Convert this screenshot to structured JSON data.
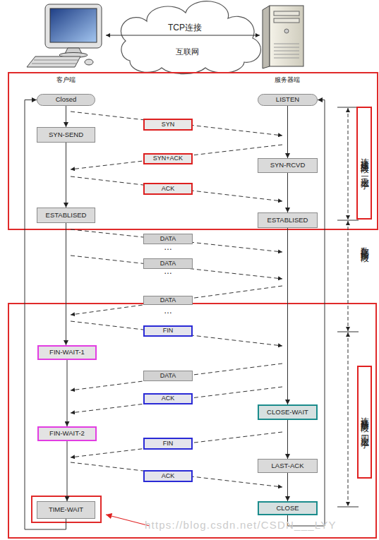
{
  "diagram": {
    "nodes": [
      {
        "text": [
          "Closed"
        ]
      },
      {
        "text": [
          "LISTEN"
        ]
      },
      {
        "text": [
          "连接建立阶段：三次握手"
        ]
      },
      {
        "text": [
          "SYN"
        ]
      },
      {
        "text": [
          "SYN-SEND"
        ]
      },
      {
        "text": [
          "SYN+ACK"
        ]
      },
      {
        "text": [
          "SYN-RCVD"
        ]
      },
      {
        "text": [
          "ACK"
        ]
      },
      {
        "text": [
          "ESTABLISED"
        ]
      },
      {
        "text": [
          "ESTABLISED"
        ]
      },
      {
        "text": [
          "DATA"
        ]
      },
      {
        "text": [
          "DATA"
        ]
      },
      {
        "text": [
          "DATA"
        ]
      },
      {
        "text": [
          "FIN"
        ]
      },
      {
        "text": [
          "FIN-WAIT-1"
        ]
      },
      {
        "text": [
          "连接释放阶段：四次握手"
        ]
      },
      {
        "text": [
          "DATA"
        ]
      },
      {
        "text": [
          "ACK"
        ]
      },
      {
        "text": [
          "CLOSE-WAIT"
        ]
      },
      {
        "text": [
          "FIN-WAIT-2"
        ]
      },
      {
        "text": [
          "FIN"
        ]
      },
      {
        "text": [
          "LAST-ACK"
        ]
      },
      {
        "text": [
          "ACK"
        ]
      },
      {
        "text": [
          "TIME-WAIT"
        ]
      },
      {
        "text": [
          "CLOSE"
        ]
      }
    ],
    "edges": [
      {
        "from": 0,
        "to": 4,
        "arrow": "to"
      },
      {
        "from": 4,
        "to": 8,
        "arrow": "to"
      },
      {
        "from": 8,
        "to": 14,
        "arrow": "to"
      },
      {
        "from": 14,
        "to": 19,
        "arrow": "to"
      },
      {
        "from": 19,
        "to": 23,
        "arrow": "to"
      },
      {
        "from": 23,
        "to": 0,
        "arrow": "to"
      },
      {
        "from": 1,
        "to": 6,
        "arrow": "to"
      },
      {
        "from": 6,
        "to": 9,
        "arrow": "to"
      },
      {
        "from": 9,
        "to": 18,
        "arrow": "to"
      },
      {
        "from": 18,
        "to": 21,
        "arrow": "to"
      },
      {
        "from": 21,
        "to": 24,
        "arrow": "to"
      },
      {
        "from": 24,
        "to": 1,
        "arrow": "to"
      }
    ],
    "labels": [
      "TCP连接",
      "互联网",
      "客户端",
      "服务器端",
      "数据传输阶段",
      "…",
      "…",
      "…",
      "https://blog.csdn.net/CSDN___LYY"
    ]
  }
}
